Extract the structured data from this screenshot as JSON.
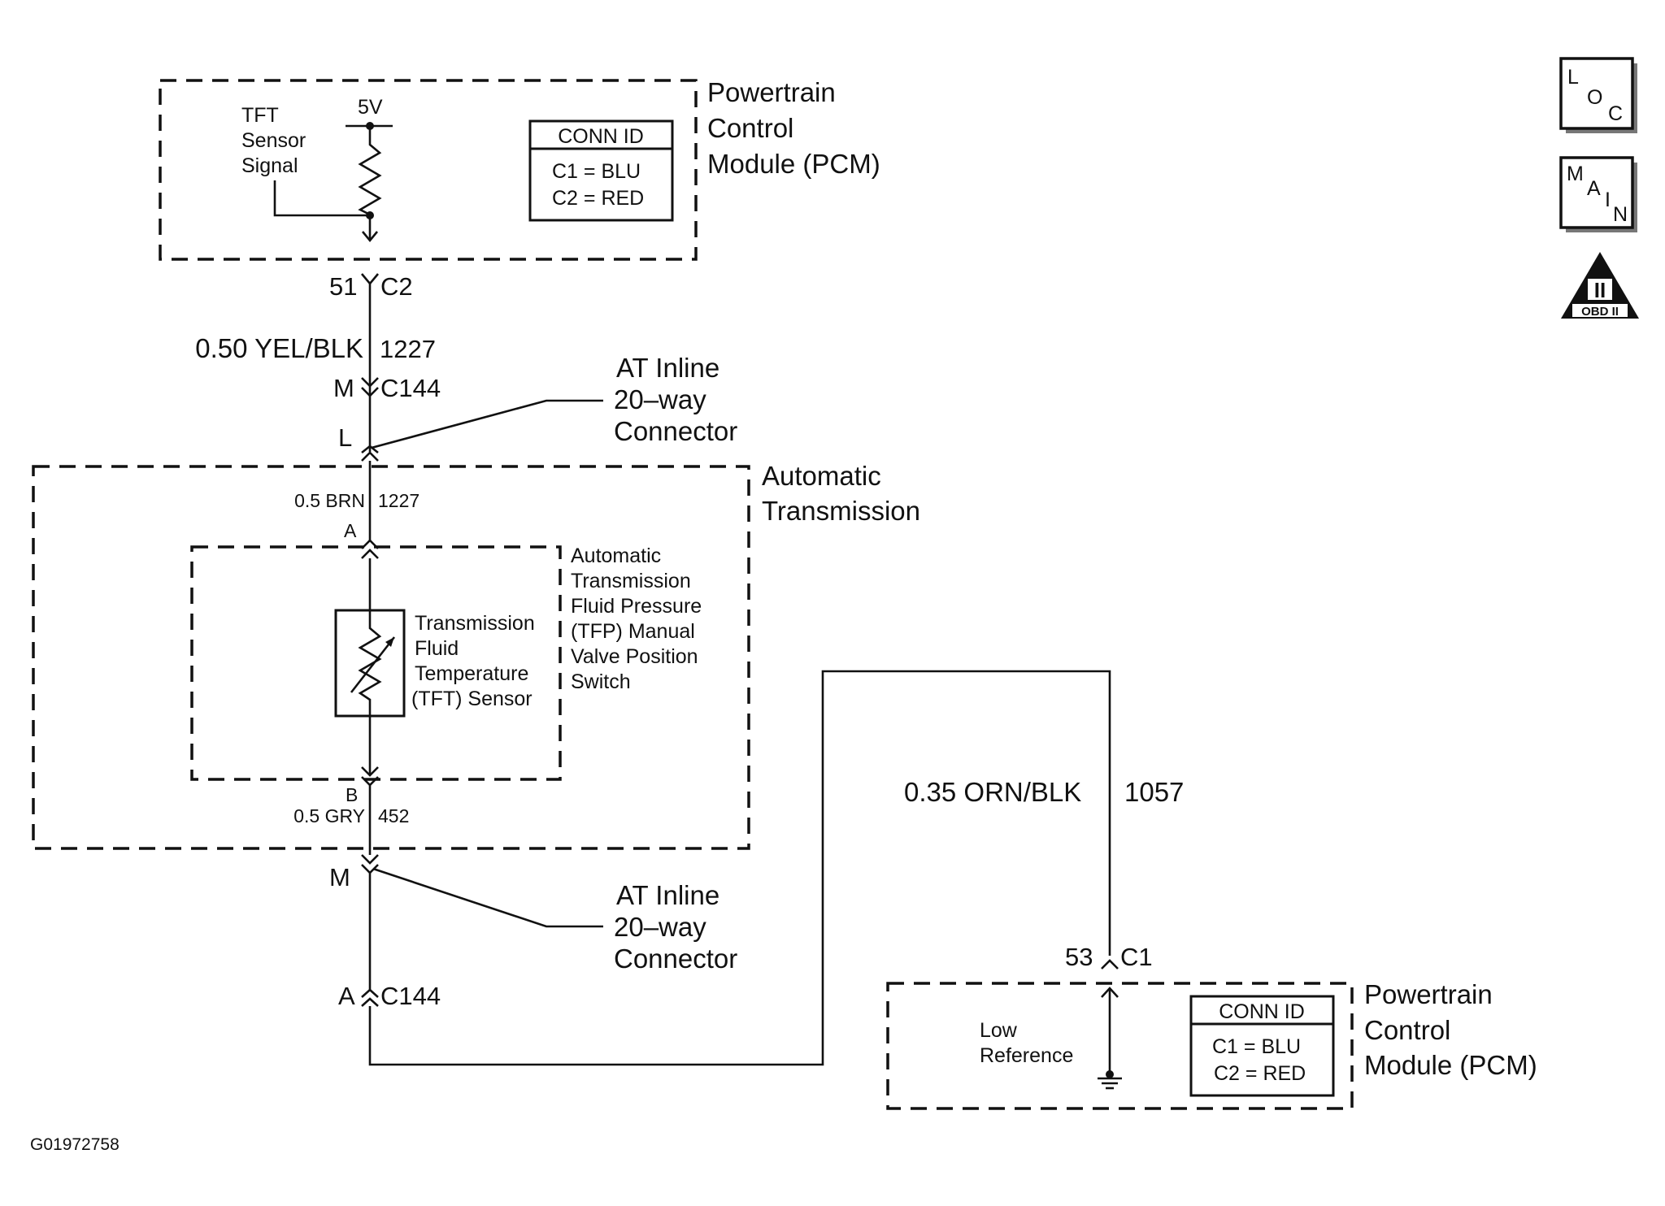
{
  "pcm_top": {
    "title_lines": [
      "Powertrain",
      "Control",
      "Module (PCM)"
    ],
    "signal_lines": [
      "TFT",
      "Sensor",
      "Signal"
    ],
    "voltage": "5V",
    "conn_id": {
      "header": "CONN ID",
      "c1": "C1 = BLU",
      "c2": "C2 = RED"
    },
    "pin": "51",
    "connector": "C2"
  },
  "wire_1227_top": {
    "spec": "0.50 YEL/BLK",
    "circuit": "1227"
  },
  "c144_top": {
    "pin_left": "M",
    "connector": "C144",
    "pin_l": "L"
  },
  "inline_connector_top": {
    "lines": [
      "AT Inline",
      "20–way",
      "Connector"
    ]
  },
  "automatic_transmission": {
    "title_lines": [
      "Automatic",
      "Transmission"
    ],
    "wire_brn": {
      "spec": "0.5 BRN",
      "circuit": "1227",
      "pin": "A"
    },
    "wire_gry": {
      "spec": "0.5 GRY",
      "circuit": "452",
      "pin": "B"
    }
  },
  "tfp_switch": {
    "lines": [
      "Automatic",
      "Transmission",
      "Fluid Pressure",
      "(TFP) Manual",
      "Valve Position",
      "Switch"
    ]
  },
  "tft_sensor": {
    "lines": [
      "Transmission",
      "Fluid",
      "Temperature",
      "(TFT) Sensor"
    ]
  },
  "c144_bottom": {
    "pin_m": "M",
    "pin_a": "A",
    "connector": "C144"
  },
  "inline_connector_bottom": {
    "lines": [
      "AT Inline",
      "20–way",
      "Connector"
    ]
  },
  "wire_1057": {
    "spec": "0.35 ORN/BLK",
    "circuit": "1057"
  },
  "pcm_bottom": {
    "title_lines": [
      "Powertrain",
      "Control",
      "Module (PCM)"
    ],
    "ref_lines": [
      "Low",
      "Reference"
    ],
    "conn_id": {
      "header": "CONN ID",
      "c1": "C1 = BLU",
      "c2": "C2 = RED"
    },
    "pin": "53",
    "connector": "C1"
  },
  "nav_icons": {
    "loc": [
      "L",
      "O",
      "C"
    ],
    "main": [
      "M",
      "A",
      "I",
      "N"
    ],
    "obd": {
      "numeral": "II",
      "label": "OBD II"
    }
  },
  "figure_id": "G01972758"
}
